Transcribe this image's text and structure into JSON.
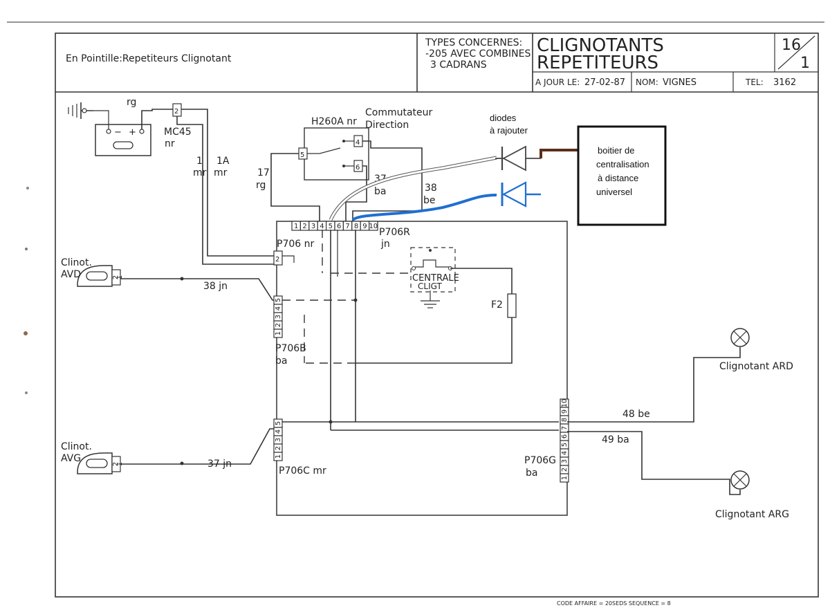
{
  "title_block": {
    "legend": "En Pointille:Repetiteurs Clignotant",
    "types_line1": "TYPES CONCERNES:",
    "types_line2": "-205 AVEC COMBINES",
    "types_line3": "3 CADRANS",
    "title_line1": "CLIGNOTANTS",
    "title_line2": "REPETITEURS",
    "sheet_num": "16",
    "sheet_sub": "1",
    "updated_label": "A JOUR LE:",
    "updated_date": "27-02-87",
    "name_label": "NOM:",
    "name_value": "VIGNES",
    "tel_label": "TEL:",
    "tel_value": "3162",
    "footer": "CODE AFFAIRE = 20SEDS SEQUENCE = 8"
  },
  "components": {
    "mc45": "MC45",
    "mc45_color": "nr",
    "rg_top": "rg",
    "wire_1": "1",
    "wire_1_color": "mr",
    "wire_1a": "1A",
    "wire_1a_color": "mr",
    "wire_17": "17",
    "wire_17_color": "rg",
    "h260a": "H260A nr",
    "commutateur_1": "Commutateur",
    "commutateur_2": "Direction",
    "wire_37_top": "37",
    "wire_37_top_color": "ba",
    "wire_38_top": "38",
    "wire_38_top_color": "be",
    "p706r": "P706R",
    "p706r_color": "jn",
    "p706": "P706 nr",
    "centrale_1": "CENTRALE",
    "centrale_2": "CLIGT",
    "f2": "F2",
    "clignot_avd_1": "Clinot.",
    "clignot_avd_2": "AVD",
    "wire_38_jn": "38  jn",
    "p706b": "P706B",
    "p706b_color": "ba",
    "clignot_avg_1": "Clinot.",
    "clignot_avg_2": "AVG",
    "wire_37_jn": "37  jn",
    "p706c": "P706C mr",
    "p706g": "P706G",
    "p706g_color": "ba",
    "wire_48": "48  be",
    "wire_49": "49  ba",
    "ard": "Clignotant ARD",
    "arg": "Clignotant ARG"
  },
  "annotations": {
    "diodes_1": "diodes",
    "diodes_2": "à rajouter",
    "box_1": "boitier de",
    "box_2": "centralisation",
    "box_3": "à distance",
    "box_4": "universel"
  },
  "pins": {
    "r_row": [
      "1",
      "2",
      "3",
      "4",
      "5",
      "6",
      "7",
      "8",
      "9",
      "10"
    ],
    "switch_5": "5",
    "switch_4": "4",
    "switch_6": "6",
    "mc45_pin": "2",
    "p706_pin": "2",
    "avd_pins": [
      "2",
      "1"
    ],
    "avg_pins": [
      "2",
      "1"
    ],
    "b_col": [
      "5",
      "4",
      "3",
      "2",
      "1"
    ],
    "c_col": [
      "5",
      "4",
      "3",
      "2",
      "1"
    ],
    "g_col": [
      "10",
      "9",
      "8",
      "7",
      "6",
      "5",
      "4",
      "3",
      "2",
      "1"
    ]
  },
  "colors": {
    "added_wire_blue": "#1f6fd1",
    "added_wire_white": "#ffffff",
    "module_wire_brown": "#5a2f1a"
  }
}
